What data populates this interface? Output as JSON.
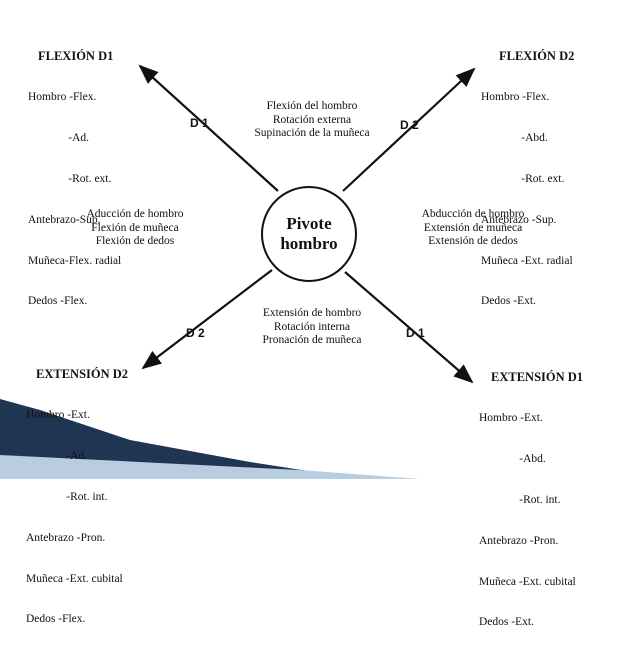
{
  "hub": {
    "line1": "Pivote",
    "line2": "hombro"
  },
  "blocks": {
    "flexion_d1": {
      "title": "FLEXIÓN D1",
      "lines": [
        "Hombro -Flex.",
        "              -Ad.",
        "              -Rot. ext.",
        "Antebrazo-Sup.",
        "Muñeca-Flex. radial",
        "Dedos -Flex."
      ]
    },
    "flexion_d2": {
      "title": "FLEXIÓN D2",
      "lines": [
        "Hombro -Flex.",
        "              -Abd.",
        "              -Rot. ext.",
        "Antebrazo -Sup.",
        "Muñeca -Ext. radial",
        "Dedos -Ext."
      ]
    },
    "extension_d2": {
      "title": "EXTENSIÓN D2",
      "lines": [
        "Hombro -Ext.",
        "              -Ad.",
        "              -Rot. int.",
        "Antebrazo -Pron.",
        "Muñeca -Ext. cubital",
        "Dedos -Flex."
      ]
    },
    "extension_d1": {
      "title": "EXTENSIÓN D1",
      "lines": [
        "Hombro -Ext.",
        "              -Abd.",
        "              -Rot. int.",
        "Antebrazo -Pron.",
        "Muñeca -Ext. cubital",
        "Dedos -Ext."
      ]
    }
  },
  "center_texts": {
    "top": [
      "Flexión del hombro",
      "Rotación externa",
      "Supinación de la muñeca"
    ],
    "left": [
      "Aducción de hombro",
      "Flexión de muñeca",
      "Flexión de dedos"
    ],
    "right": [
      "Abducción de hombro",
      "Extensión de muñeca",
      "Extensión de dedos"
    ],
    "bottom": [
      "Extensión de hombro",
      "Rotación interna",
      "Pronación de muñeca"
    ]
  },
  "diagonal_labels": {
    "upper_left": "D  1",
    "upper_right": "D  2",
    "lower_left": "D  2",
    "lower_right": "D  1"
  }
}
